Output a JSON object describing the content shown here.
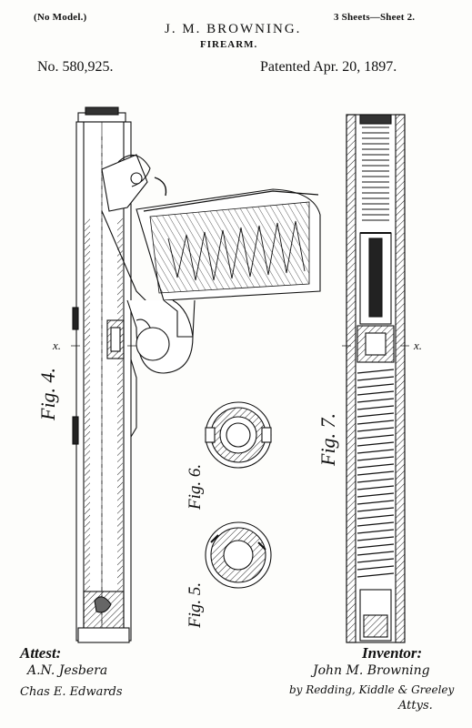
{
  "header": {
    "model_note": "(No Model.)",
    "sheets": "3 Sheets—Sheet 2.",
    "inventor_name": "J. M. BROWNING.",
    "invention": "FIREARM.",
    "patent_number": "No. 580,925.",
    "patent_date": "Patented Apr. 20, 1897."
  },
  "figures": {
    "fig4": "Fig. 4.",
    "fig5": "Fig. 5.",
    "fig6": "Fig. 6.",
    "fig7": "Fig. 7."
  },
  "section_marks": [
    "x.",
    "x."
  ],
  "footer": {
    "attest_label": "Attest:",
    "inventor_label": "Inventor:",
    "witness_1": "A.N. Jesbera",
    "witness_2": "Chas E. Edwards",
    "inventor_signature": "John M. Browning",
    "attorneys_signature": "by Redding, Kiddle & Greeley",
    "attorneys_label": "Attys."
  }
}
